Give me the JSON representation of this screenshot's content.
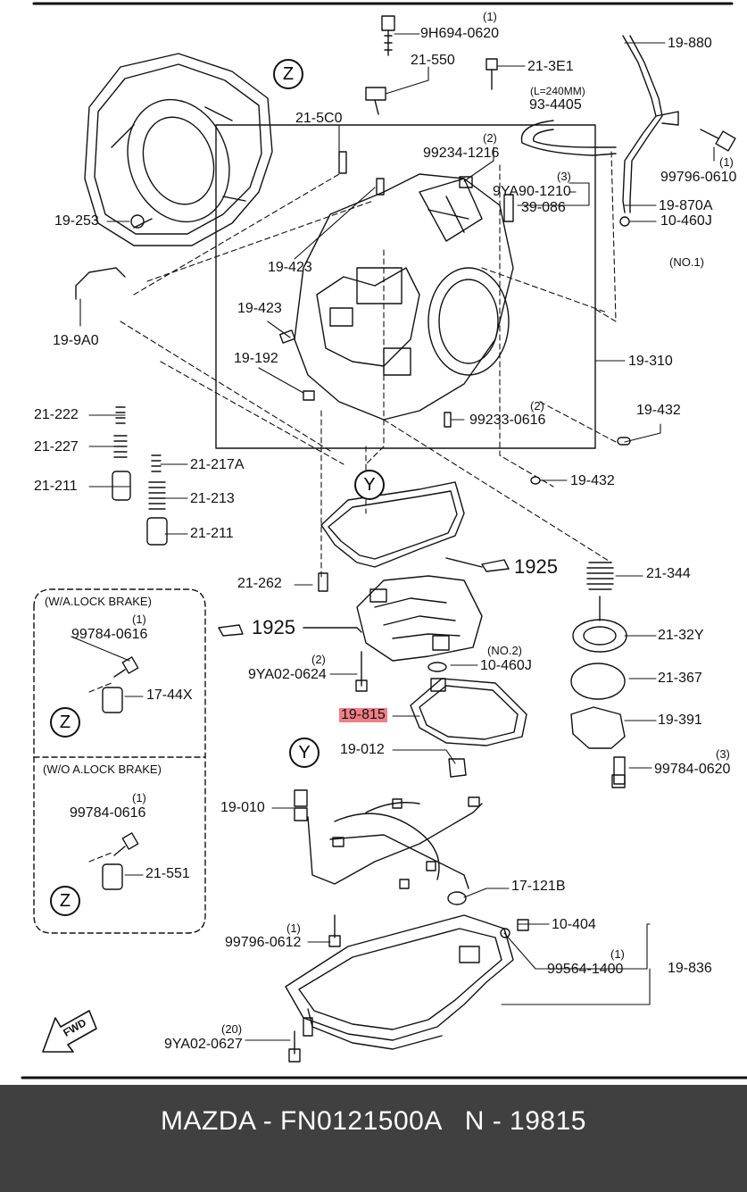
{
  "diagram": {
    "circles": {
      "z_main": "Z",
      "y_upper": "Y",
      "y_lower": "Y",
      "z_box1": "Z",
      "z_box2": "Z"
    },
    "labels": {
      "9h694_qty": "(1)",
      "9h694": "9H694-0620",
      "21_550": "21-550",
      "21_3e1": "21-3E1",
      "19_880": "19-880",
      "l240": "(L=240MM)",
      "93_4405": "93-4405",
      "21_5c0": "21-5C0",
      "99234_qty": "(2)",
      "99234": "99234-1216",
      "9ya90_qty": "(3)",
      "9ya90": "9YA90-1210",
      "39_086": "39-086",
      "99796_0610": "99796-0610",
      "99796_0610_qty": "(1)",
      "19_870a": "19-870A",
      "10_460j_top": "10-460J",
      "no1": "(NO.1)",
      "19_253": "19-253",
      "19_423a": "19-423",
      "19_9a0": "19-9A0",
      "19_423b": "19-423",
      "19_192": "19-192",
      "19_310": "19-310",
      "99233_qty": "(2)",
      "99233": "99233-0616",
      "19_432a": "19-432",
      "19_432b": "19-432",
      "21_222": "21-222",
      "21_227": "21-227",
      "21_211a": "21-211",
      "21_217a": "21-217A",
      "21_213": "21-213",
      "21_211b": "21-211",
      "21_344": "21-344",
      "ref_1925a": "1925",
      "ref_1925b": "1925",
      "21_262": "21-262",
      "wa_lock": "(W/A.LOCK BRAKE)",
      "wa_qty": "(1)",
      "wa_99784": "99784-0616",
      "17_44x": "17-44X",
      "wo_lock": "(W/O A.LOCK BRAKE)",
      "wo_qty": "(1)",
      "wo_99784": "99784-0616",
      "21_551": "21-551",
      "21_32y": "21-32Y",
      "no2": "(NO.2)",
      "10_460j_bot": "10-460J",
      "9ya02_0624_qty": "(2)",
      "9ya02_0624": "9YA02-0624",
      "21_367": "21-367",
      "19_815": "19-815",
      "19_391": "19-391",
      "99784_0620_qty": "(3)",
      "99784_0620": "99784-0620",
      "19_012": "19-012",
      "19_010": "19-010",
      "17_121b": "17-121B",
      "10_404": "10-404",
      "99796_0612_qty": "(1)",
      "99796_0612": "99796-0612",
      "99564_qty": "(1)",
      "99564": "99564-1400",
      "19_836": "19-836",
      "9ya02_0627_qty": "(20)",
      "9ya02_0627": "9YA02-0627",
      "fwd": "FWD"
    },
    "highlight_color": "#f07f84"
  },
  "footer": {
    "title": "MAZDA - FN0121500A   N - 19815",
    "bg": "#404040"
  }
}
